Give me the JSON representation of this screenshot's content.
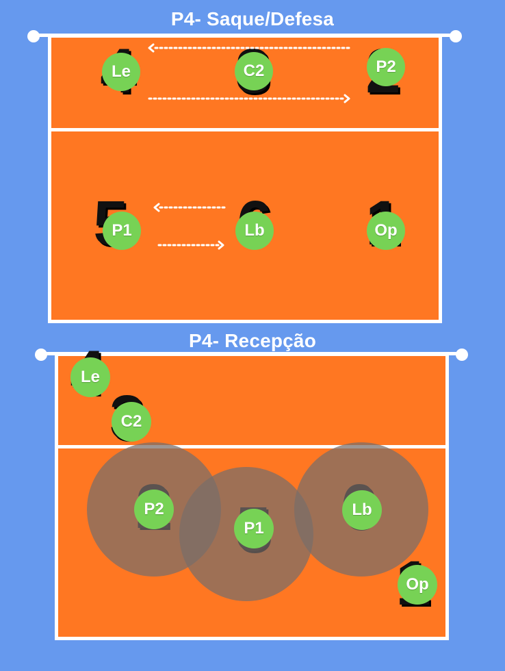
{
  "colors": {
    "background": "#6699ee",
    "court": "#ff7722",
    "lines": "#ffffff",
    "player": "#77d255",
    "coverage": "#786e69"
  },
  "top": {
    "title": "P4- Saque/Defesa",
    "zones": [
      "4",
      "3",
      "2",
      "5",
      "6",
      "1"
    ],
    "players": [
      "Le",
      "C2",
      "P2",
      "P1",
      "Lb",
      "Op"
    ]
  },
  "bottom": {
    "title": "P4- Recepção",
    "zones": [
      "4",
      "3",
      "2",
      "5",
      "6",
      "1"
    ],
    "players": [
      "Le",
      "C2",
      "P2",
      "P1",
      "Lb",
      "Op"
    ]
  }
}
